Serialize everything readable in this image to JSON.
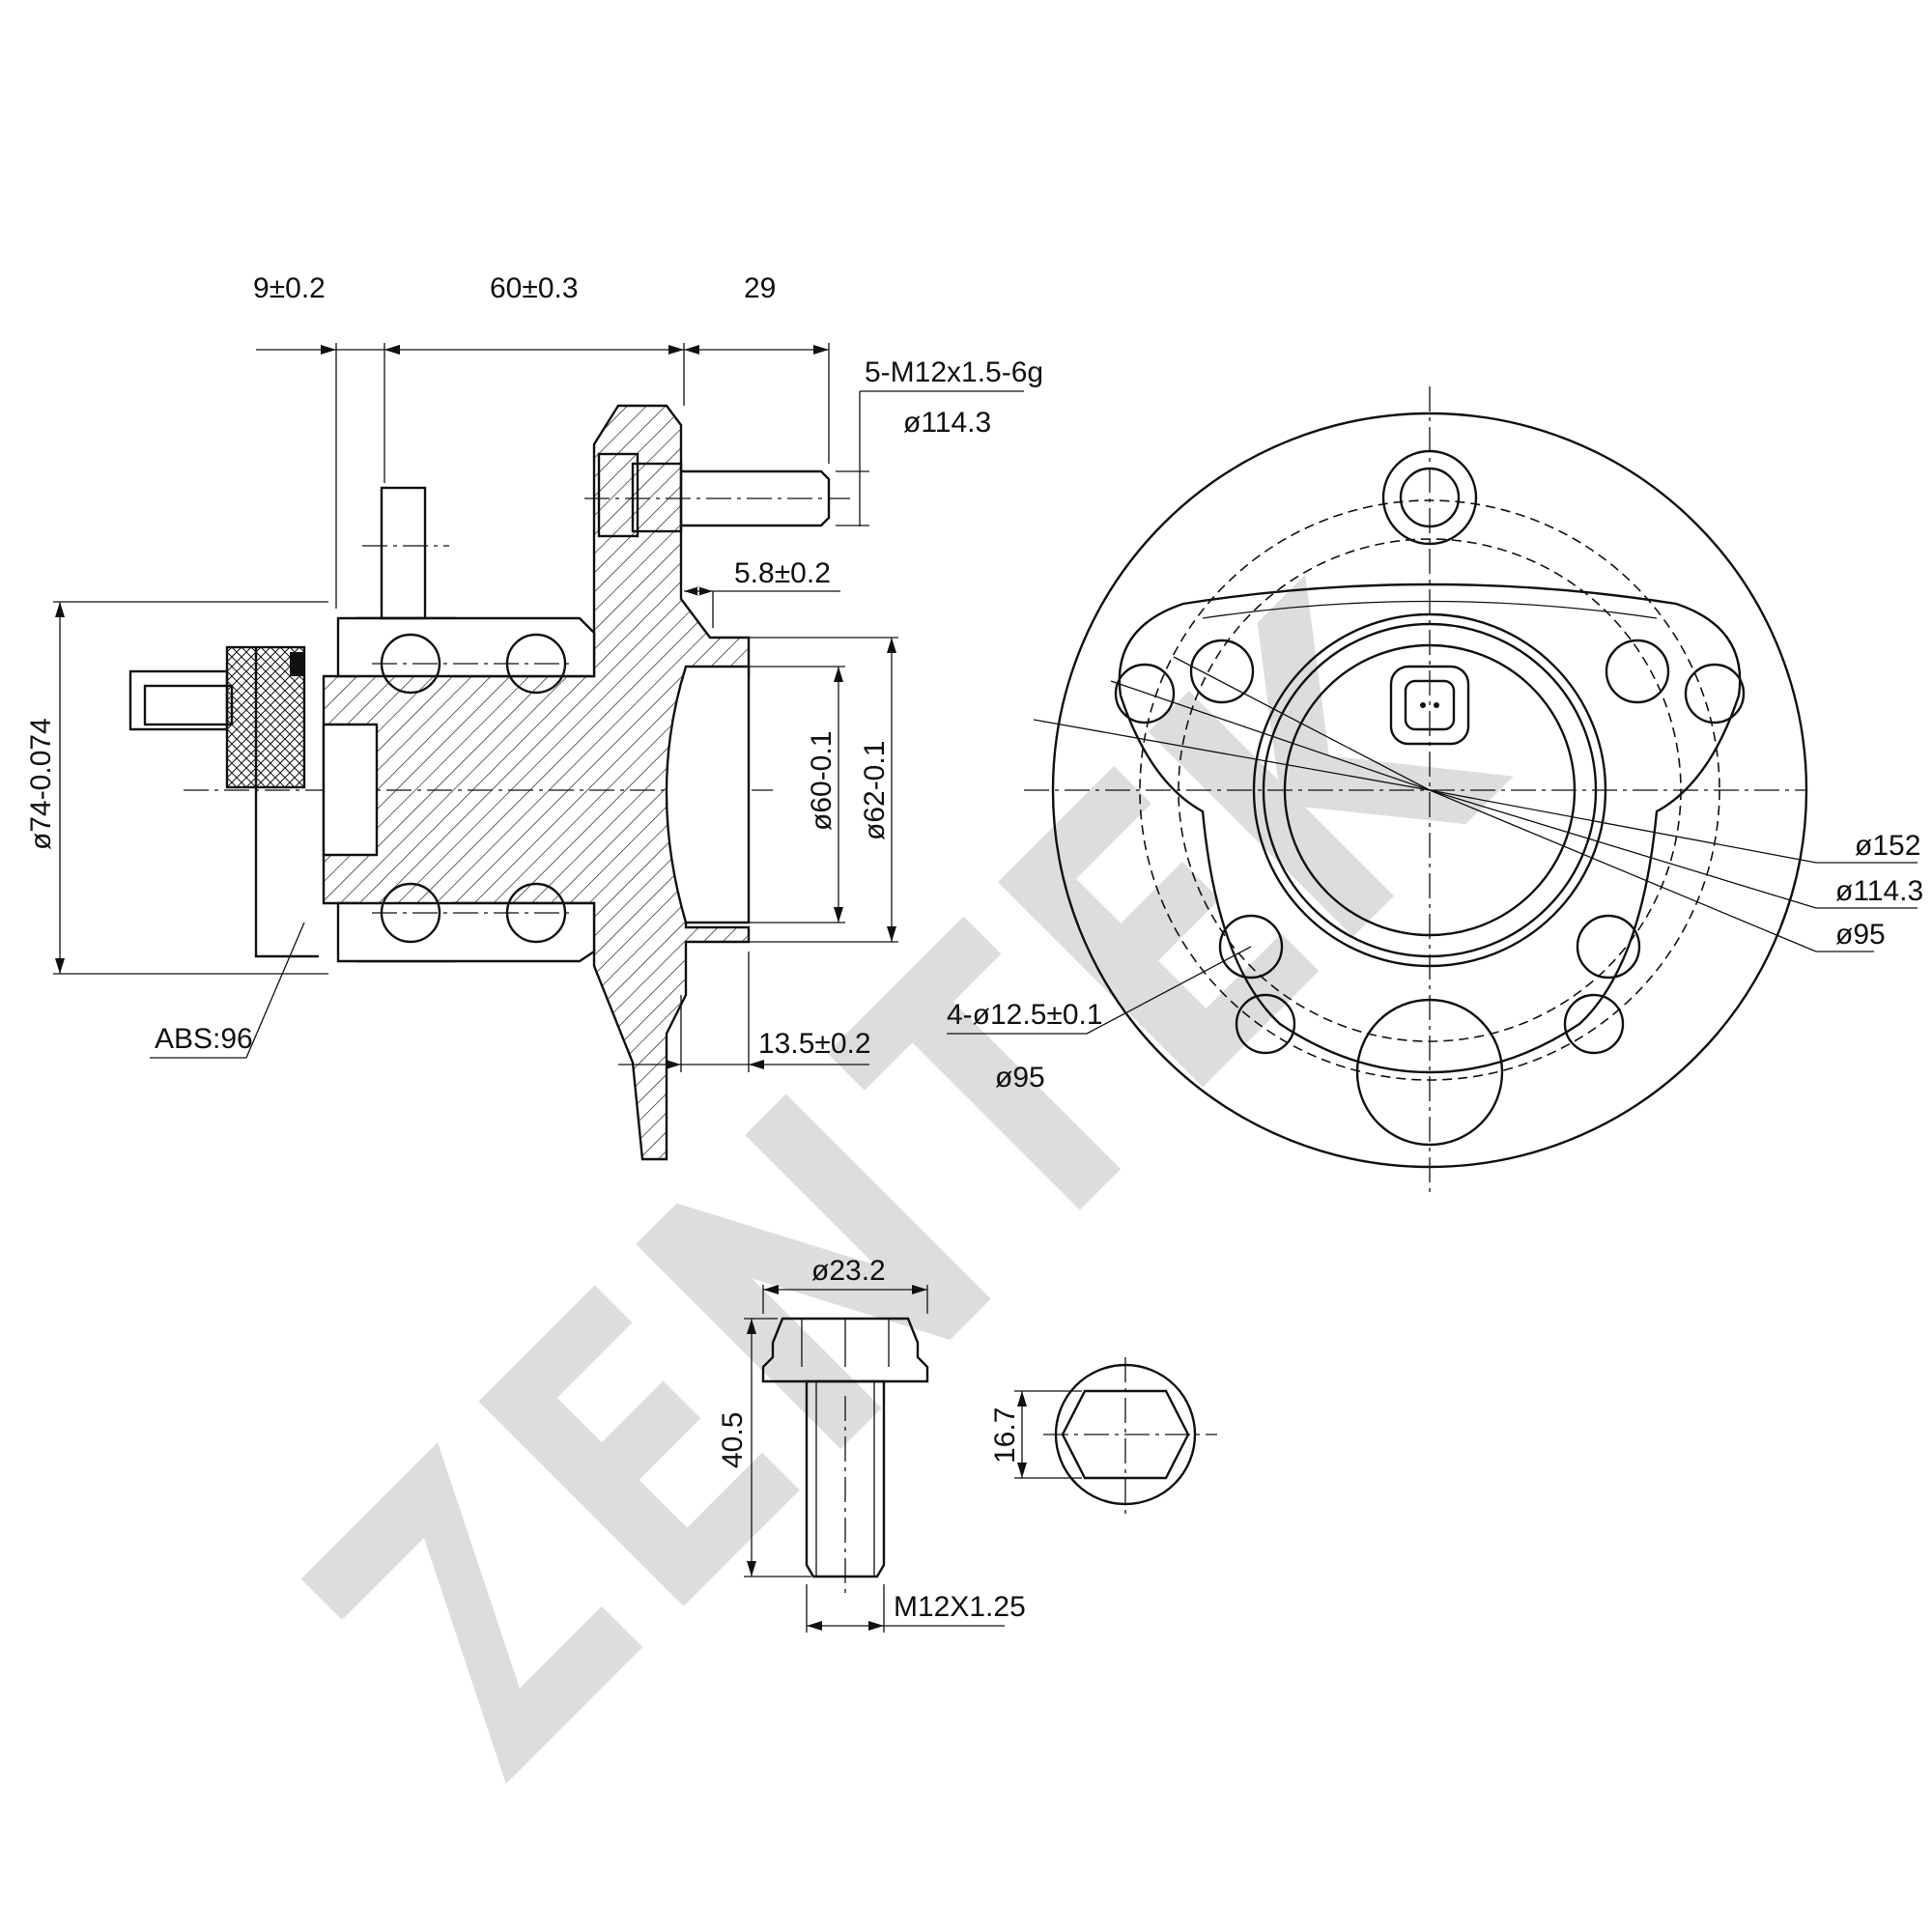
{
  "watermark": {
    "text": "ZENTEK",
    "color": "#dddddd"
  },
  "side_view": {
    "dim_top_left": "9±0.2",
    "dim_top_mid": "60±0.3",
    "dim_top_right": "29",
    "stud_spec": "5-M12x1.5-6g",
    "stud_pcd": "ø114.3",
    "dim_offset": "5.8±0.2",
    "dim_outer_dia": "ø74-0.074",
    "dim_pilot_60": "ø60-0.1",
    "dim_pilot_62": "ø62-0.1",
    "dim_flange_thk": "13.5±0.2",
    "abs_label": "ABS:96"
  },
  "front_view": {
    "dia_152": "ø152",
    "dia_114": "ø114.3",
    "dia_95": "ø95",
    "holes": "4-ø12.5±0.1",
    "holes_pcd": "ø95"
  },
  "bolt_view": {
    "head_dia": "ø23.2",
    "length": "40.5",
    "across_flats": "16.7",
    "thread": "M12X1.25"
  }
}
